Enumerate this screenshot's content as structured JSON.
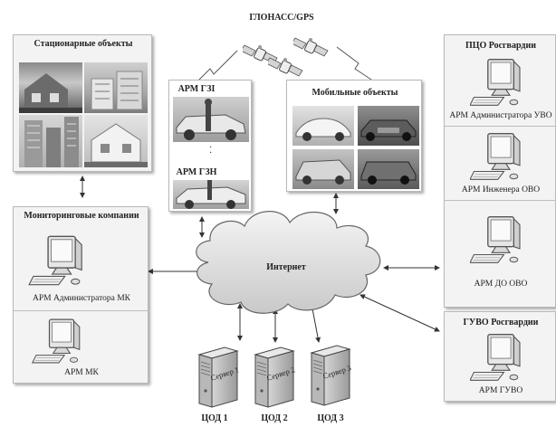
{
  "satellites": {
    "label": "ГЛОНАСС/GPS"
  },
  "stationary": {
    "title": "Стационарные объекты"
  },
  "arm_gzi": {
    "label": "АРМ ГЗІ"
  },
  "arm_gzn": {
    "label": "АРМ ГЗН"
  },
  "mobile": {
    "title": "Мобильные объекты"
  },
  "pco": {
    "title": "ПЦО Росгвардии",
    "items": [
      "АРМ Администратора УВО",
      "АРМ Инженера ОВО",
      "АРМ ДО ОВО"
    ]
  },
  "monitoring": {
    "title": "Мониторинговые компании",
    "items": [
      "АРМ Администратора МК",
      "АРМ МК"
    ]
  },
  "internet": {
    "label": "Интернет"
  },
  "servers": [
    {
      "name": "Сервер 1",
      "label": "ЦОД 1"
    },
    {
      "name": "Сервер 2",
      "label": "ЦОД 2"
    },
    {
      "name": "Сервер 3",
      "label": "ЦОД 3"
    }
  ],
  "guvo": {
    "title": "ГУВО Росгвардии",
    "item": "АРМ ГУВО"
  }
}
